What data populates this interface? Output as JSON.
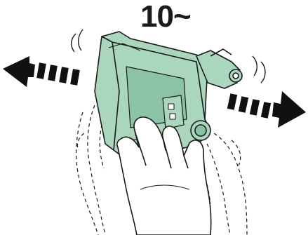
{
  "illustration": {
    "instruction_text": "10~",
    "subject": "toner-cartridge",
    "action_icon": "shake-left-right-arrows",
    "colors": {
      "cartridge_fill": "#a9d6bd",
      "cartridge_shade": "#8cc3a6",
      "outline": "#1a1a1a",
      "hand_fill": "#ffffff",
      "arrow": "#111111"
    }
  }
}
